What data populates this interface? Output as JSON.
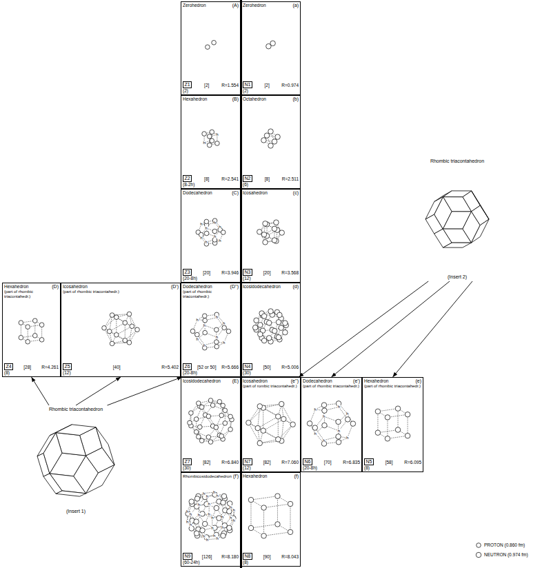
{
  "diagram": {
    "nodes": [
      {
        "text": [
          "Zerohedron",
          "(A)",
          "(2)",
          "[2]",
          "R=1.554"
        ]
      },
      {
        "text": [
          "Z1"
        ],
        "in": 0
      },
      {
        "text": [
          "Zerohedron",
          "(a)",
          "(2)",
          "[2]",
          "R=0.974"
        ]
      },
      {
        "text": [
          "N1"
        ],
        "in": 2
      },
      {
        "text": [
          "Hexahedron",
          "(B)",
          "(8-2h)",
          "[8]",
          "R=2.541"
        ]
      },
      {
        "text": [
          "Z2"
        ],
        "in": 4
      },
      {
        "text": [
          "Octahedron",
          "(b)",
          "(6)",
          "[8]",
          "R=2.511"
        ]
      },
      {
        "text": [
          "N2"
        ],
        "in": 6
      },
      {
        "text": [
          "Dodecahedron",
          "(C)",
          "(20-8h)",
          "[20]",
          "R=3.946"
        ]
      },
      {
        "text": [
          "Z3"
        ],
        "in": 8
      },
      {
        "text": [
          "Icosahedron",
          "(c)",
          "(12)",
          "[20]",
          "R=3.568"
        ]
      },
      {
        "text": [
          "N3"
        ],
        "in": 10
      },
      {
        "text": [
          "Hexahedron",
          "(D)",
          "(part of rhombic triacontahedr.)",
          "(8)",
          "[28]",
          "R=4.261"
        ]
      },
      {
        "text": [
          "Z4"
        ],
        "in": 12
      },
      {
        "text": [
          "Icosahedron",
          "(D')",
          "(part of rhombic triacontahedr.)",
          "(12)",
          "[40]",
          "R=5.402"
        ]
      },
      {
        "text": [
          "Z5"
        ],
        "in": 14
      },
      {
        "text": [
          "Dodecahedron",
          "(D'')",
          "(part of rhombic triacontahedr.)",
          "(20-8h)",
          "[52 or 50]",
          "R=5.666"
        ]
      },
      {
        "text": [
          "Z6"
        ],
        "in": 16
      },
      {
        "text": [
          "Icosidodecahedron",
          "(d)",
          "(30)",
          "[50]",
          "R=5.006"
        ]
      },
      {
        "text": [
          "N4"
        ],
        "in": 18
      },
      {
        "text": [
          "Icosidodecahedron",
          "(E)",
          "(30)",
          "[82]",
          "R=6.840"
        ]
      },
      {
        "text": [
          "Z7"
        ],
        "in": 20
      },
      {
        "text": [
          "Icosahedron",
          "(e'')",
          "(part of rombic triacontahedr.)",
          "(12)",
          "[82]",
          "R=7.060"
        ]
      },
      {
        "text": [
          "N7"
        ],
        "in": 22
      },
      {
        "text": [
          "Dodecahedron",
          "(e')",
          "(part of rhombic triacontahedr.)",
          "(20-8h)",
          "[70]",
          "R=6.835"
        ]
      },
      {
        "text": [
          "N6"
        ],
        "in": 24
      },
      {
        "text": [
          "Hexahedron",
          "(e)",
          "(part of rhombic triacontahedr.)",
          "(8)",
          "[58]",
          "R=6.095"
        ]
      },
      {
        "text": [
          "N5"
        ],
        "in": 26
      },
      {
        "text": [
          "Rhombicosidodecahedron",
          "(f')",
          "(60-24h)",
          "[126]",
          "R=8.180"
        ]
      },
      {
        "text": [
          "N9"
        ],
        "in": 28
      },
      {
        "text": [
          "Hexahedron",
          "(f)",
          "(8)",
          "[90]",
          "R=8.043"
        ]
      },
      {
        "text": [
          "N8"
        ],
        "in": 30
      },
      {
        "text": [
          "Rhombic triacontahedron",
          "(Insert 1)"
        ]
      },
      {
        "text": [
          "Rhombic triacontahedron",
          "(Insert 2)"
        ]
      }
    ],
    "edges": [
      {
        "from": 32,
        "to": 12,
        "arrow": "to"
      },
      {
        "from": 32,
        "to": 14,
        "arrow": "to"
      },
      {
        "from": 32,
        "to": 16,
        "arrow": "to"
      },
      {
        "from": 33,
        "to": 22,
        "arrow": "to"
      },
      {
        "from": 33,
        "to": 24,
        "arrow": "to"
      },
      {
        "from": 33,
        "to": 26,
        "arrow": "to"
      }
    ],
    "labels": [
      "h",
      "h",
      "h",
      "h",
      "h",
      "h",
      "h",
      "h",
      "h",
      "h",
      "h",
      "h",
      "h",
      "h",
      "h",
      "h",
      "h",
      "h",
      "h",
      "h",
      "h",
      "h",
      "h",
      "h",
      "h",
      "h",
      "h",
      "h",
      "h",
      "h",
      "h",
      "h",
      "h",
      "h",
      "h",
      "h",
      "h",
      "h",
      "h",
      "h",
      "h",
      "h",
      "h",
      "h",
      "h",
      "h",
      "h",
      "h",
      "h",
      "h"
    ],
    "legend": [
      {
        "text": "PROTON (0.860 fm)"
      },
      {
        "text": "NEUTRON (0.974 fm)"
      }
    ]
  }
}
